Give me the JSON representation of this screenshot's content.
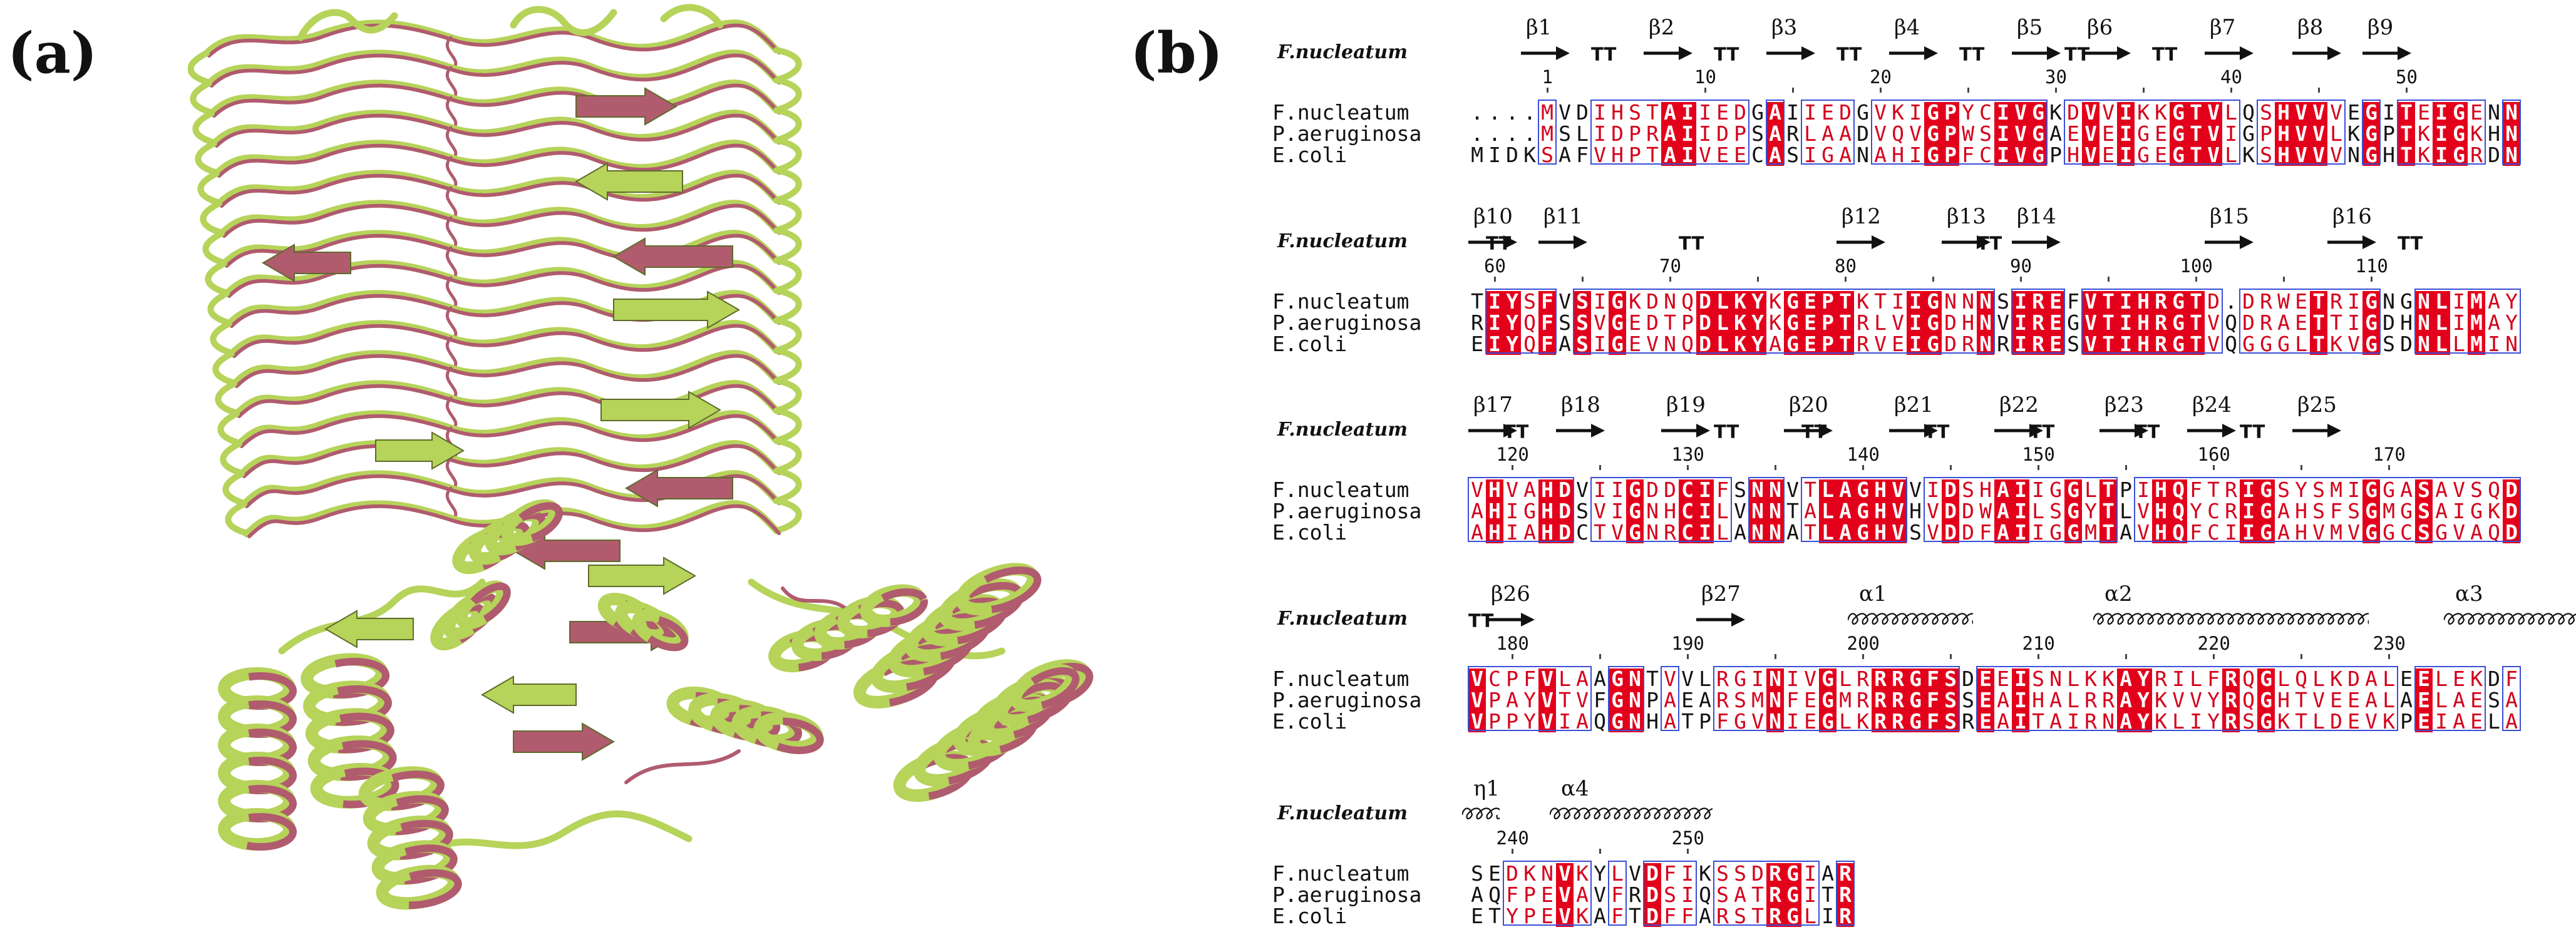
{
  "panels": {
    "a": {
      "label": "(a)"
    },
    "b": {
      "label": "(b)"
    }
  },
  "colors": {
    "structure_green": "#b6d35a",
    "structure_maroon": "#b05b6e",
    "identical_background": "#e3001b",
    "similar_text": "#d4001a",
    "box_outline": "#3a4fd6"
  },
  "alignment": {
    "reference": "F.nucleatum",
    "blocks": [
      {
        "ss_label": "F.nucleatum",
        "ss": [
          {
            "type": "strand",
            "label": "β1",
            "pos": 4
          },
          {
            "type": "turn",
            "label": "TT",
            "pos": 8
          },
          {
            "type": "strand",
            "label": "β2",
            "pos": 11
          },
          {
            "type": "turn",
            "label": "TT",
            "pos": 15
          },
          {
            "type": "strand",
            "label": "β3",
            "pos": 18
          },
          {
            "type": "turn",
            "label": "TT",
            "pos": 22
          },
          {
            "type": "strand",
            "label": "β4",
            "pos": 25
          },
          {
            "type": "turn",
            "label": "TT",
            "pos": 29
          },
          {
            "type": "strand",
            "label": "β5",
            "pos": 32
          },
          {
            "type": "turn",
            "label": "TT",
            "pos": 35
          },
          {
            "type": "strand",
            "label": "β6",
            "pos": 36
          },
          {
            "type": "turn",
            "label": "TT",
            "pos": 40
          },
          {
            "type": "strand",
            "label": "β7",
            "pos": 43
          },
          {
            "type": "strand",
            "label": "β8",
            "pos": 48
          },
          {
            "type": "strand",
            "label": "β9",
            "pos": 52
          }
        ],
        "numbers": [
          {
            "text": "1",
            "pos": 5
          },
          {
            "text": "10",
            "pos": 14
          },
          {
            "text": "20",
            "pos": 24
          },
          {
            "text": "30",
            "pos": 34
          },
          {
            "text": "40",
            "pos": 44
          },
          {
            "text": "50",
            "pos": 54
          }
        ],
        "dots": [
          19,
          29,
          39,
          49
        ],
        "rows": [
          {
            "name": "F.nucleatum",
            "seq": "....MVDIHSTAIIEDGAIIEDGVKIGPYCIVGKDVVIKKGTVLQSHVVVEGITEIGENN"
          },
          {
            "name": "P.aeruginosa",
            "seq": "....MSLIDPRAIIDPSARLAADVQVGPWSIVGAEVEIGEGTVIGPHVVLKGPTKIGKHN"
          },
          {
            "name": "E.coli",
            "seq": "MIDKSAFVHPTAIVEECASIGANAHIGPFCIVGPHVEIGEGTVLKSHVVVNGHTKIGRDN"
          }
        ]
      },
      {
        "ss_label": "F.nucleatum",
        "ss": [
          {
            "type": "strand",
            "label": "β10",
            "pos": 1
          },
          {
            "type": "turn",
            "label": "TT",
            "pos": 2
          },
          {
            "type": "strand",
            "label": "β11",
            "pos": 5
          },
          {
            "type": "turn",
            "label": "TT",
            "pos": 13
          },
          {
            "type": "strand",
            "label": "β12",
            "pos": 22
          },
          {
            "type": "strand",
            "label": "β13",
            "pos": 28
          },
          {
            "type": "turn",
            "label": "TT",
            "pos": 30
          },
          {
            "type": "strand",
            "label": "β14",
            "pos": 32
          },
          {
            "type": "strand",
            "label": "β15",
            "pos": 43
          },
          {
            "type": "strand",
            "label": "β16",
            "pos": 50
          },
          {
            "type": "turn",
            "label": "TT",
            "pos": 54
          }
        ],
        "numbers": [
          {
            "text": "60",
            "pos": 2
          },
          {
            "text": "70",
            "pos": 12
          },
          {
            "text": "80",
            "pos": 22
          },
          {
            "text": "90",
            "pos": 32
          },
          {
            "text": "100",
            "pos": 42
          },
          {
            "text": "110",
            "pos": 52
          }
        ],
        "dots": [
          7,
          17,
          27,
          37,
          47
        ],
        "rows": [
          {
            "name": "F.nucleatum",
            "seq": "TIYSFVSIGKDNQDLKYKGEPTKTIIGNNNSIREFVTIHRGTD.DRWETRIGNGNLIMAY"
          },
          {
            "name": "P.aeruginosa",
            "seq": "RIYQFSSVGEDTPDLKYKGEPTRLVIGDHNVIREGVTIHRGTVQDRAETTIGDHNLIMAY"
          },
          {
            "name": "E.coli",
            "seq": "EIYQFASIGEVNQDLKYAGEPTRVEIGDRNRIRESVTIHRGTVQGGGLTKVGSDNLLMIN"
          }
        ]
      },
      {
        "ss_label": "F.nucleatum",
        "ss": [
          {
            "type": "strand",
            "label": "β17",
            "pos": 1
          },
          {
            "type": "turn",
            "label": "TT",
            "pos": 3
          },
          {
            "type": "strand",
            "label": "β18",
            "pos": 6
          },
          {
            "type": "strand",
            "label": "β19",
            "pos": 12
          },
          {
            "type": "turn",
            "label": "TT",
            "pos": 15
          },
          {
            "type": "strand",
            "label": "β20",
            "pos": 19
          },
          {
            "type": "turn",
            "label": "TT",
            "pos": 20
          },
          {
            "type": "strand",
            "label": "β21",
            "pos": 25
          },
          {
            "type": "turn",
            "label": "TT",
            "pos": 27
          },
          {
            "type": "strand",
            "label": "β22",
            "pos": 31
          },
          {
            "type": "turn",
            "label": "TT",
            "pos": 33
          },
          {
            "type": "strand",
            "label": "β23",
            "pos": 37
          },
          {
            "type": "turn",
            "label": "TT",
            "pos": 39
          },
          {
            "type": "strand",
            "label": "β24",
            "pos": 42
          },
          {
            "type": "turn",
            "label": "TT",
            "pos": 45
          },
          {
            "type": "strand",
            "label": "β25",
            "pos": 48
          }
        ],
        "numbers": [
          {
            "text": "120",
            "pos": 3
          },
          {
            "text": "130",
            "pos": 13
          },
          {
            "text": "140",
            "pos": 23
          },
          {
            "text": "150",
            "pos": 33
          },
          {
            "text": "160",
            "pos": 43
          },
          {
            "text": "170",
            "pos": 53
          }
        ],
        "dots": [
          8,
          18,
          28,
          38,
          48
        ],
        "rows": [
          {
            "name": "F.nucleatum",
            "seq": "VHVAHDVIIGDDCIFSNNVTLAGHVVIDSHAIIGGLTPIHQFTRIGSYSMIGGASAVSQD"
          },
          {
            "name": "P.aeruginosa",
            "seq": "AHIGHDSVIGNHCILVNNTALAGHVHVDDWAILSGYTLVHQYCRIGAHSFSGMGSAIGKD"
          },
          {
            "name": "E.coli",
            "seq": "AHIAHDCTVGNRCILANNATLAGHVSVDDFAIIGGMTAVHQFCIIGAHVMVGGCSGVAQD"
          }
        ]
      },
      {
        "ss_label": "F.nucleatum",
        "ss": [
          {
            "type": "turn",
            "label": "TT",
            "pos": 1
          },
          {
            "type": "strand",
            "label": "β26",
            "pos": 2
          },
          {
            "type": "strand",
            "label": "β27",
            "pos": 14
          },
          {
            "type": "helix",
            "label": "α1",
            "pos": 23
          },
          {
            "type": "helix",
            "label": "α2",
            "pos": 37
          },
          {
            "type": "helix",
            "label": "α3",
            "pos": 57
          }
        ],
        "numbers": [
          {
            "text": "180",
            "pos": 3
          },
          {
            "text": "190",
            "pos": 13
          },
          {
            "text": "200",
            "pos": 23
          },
          {
            "text": "210",
            "pos": 33
          },
          {
            "text": "220",
            "pos": 43
          },
          {
            "text": "230",
            "pos": 53
          }
        ],
        "dots": [
          8,
          18,
          28,
          38,
          48
        ],
        "rows": [
          {
            "name": "F.nucleatum",
            "seq": "VCPFVLAAGNTVVLRGINIVGLRRRGFSDEEISNLKKAYRILFRQGLQLKDALEELEKDF"
          },
          {
            "name": "P.aeruginosa",
            "seq": "VPAYVTVFGNPAEARSMNFEGMRRRGFSSEAIHALRRAYKVVYRQGHTVEEALAELAESA"
          },
          {
            "name": "E.coli",
            "seq": "VPPYVIAQGNHATPFGVNIEGLKRRGFSREAITAIRNAYKLIYRSGKTLDEVKPEIAELA"
          }
        ]
      },
      {
        "ss_label": "F.nucleatum",
        "ss": [
          {
            "type": "helix",
            "label": "η1",
            "pos": 1
          },
          {
            "type": "helix",
            "label": "α4",
            "pos": 6
          }
        ],
        "numbers": [
          {
            "text": "240",
            "pos": 3
          },
          {
            "text": "250",
            "pos": 13
          }
        ],
        "dots": [
          8
        ],
        "rows": [
          {
            "name": "F.nucleatum",
            "seq": "SEDKNVKYLVDFIKSSDRGIAR"
          },
          {
            "name": "P.aeruginosa",
            "seq": "AQFPEVAVFRDSIQSATRGITR"
          },
          {
            "name": "E.coli",
            "seq": "ETYPEVKAFTDFFARSTRGLIR"
          }
        ]
      }
    ]
  }
}
